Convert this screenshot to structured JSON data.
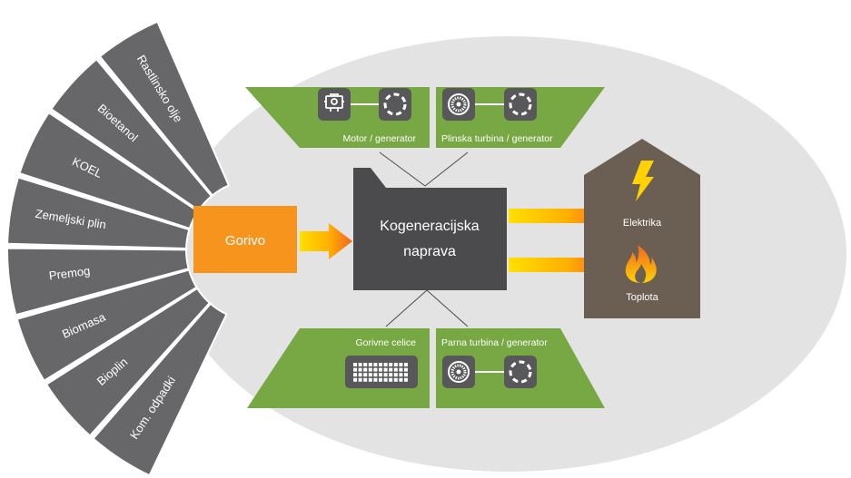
{
  "fuel_sources": [
    "Rastlinsko olje",
    "Bioetanol",
    "KOEL",
    "Zemeljski plin",
    "Premog",
    "Biomasa",
    "Bioplin",
    "Kom. odpadki"
  ],
  "fuel_box": {
    "label": "Gorivo"
  },
  "central_unit": {
    "line1": "Kogeneracijska",
    "line2": "naprava"
  },
  "technologies": {
    "top_left": {
      "label": "Motor / generator",
      "icons": [
        "engine-icon",
        "generator-icon"
      ]
    },
    "top_right": {
      "label": "Plinska turbina / generator",
      "icons": [
        "turbine-icon",
        "generator-icon"
      ]
    },
    "bottom_left": {
      "label": "Gorivne celice",
      "icons": [
        "fuel-cell-icon"
      ]
    },
    "bottom_right": {
      "label": "Parna turbina / generator",
      "icons": [
        "turbine-icon",
        "generator-icon"
      ]
    }
  },
  "outputs": {
    "electricity": {
      "label": "Elektrika",
      "icon": "lightning-icon"
    },
    "heat": {
      "label": "Toplota",
      "icon": "flame-icon"
    }
  },
  "colors": {
    "ellipse": "#e3e3e3",
    "fan": "#676769",
    "orange": "#f7941d",
    "green": "#77a843",
    "dark_box": "#4b4b4d",
    "house": "#6b5e52",
    "yellow": "#ffd200",
    "icon_bg": "#58585a"
  }
}
